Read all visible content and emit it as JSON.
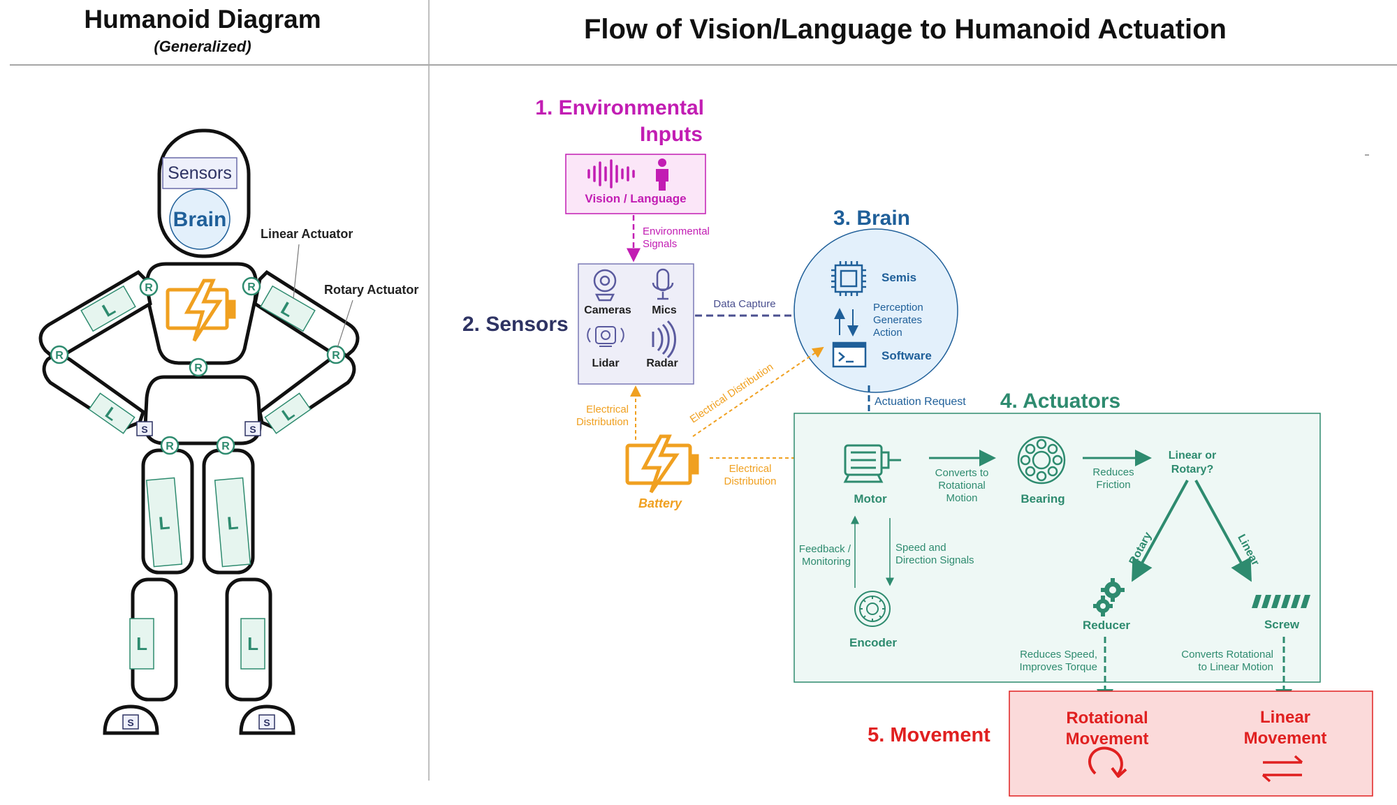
{
  "left_panel": {
    "title": "Humanoid Diagram",
    "subtitle": "(Generalized)",
    "sensors_label": "Sensors",
    "brain_label": "Brain",
    "linear_actuator_label": "Linear Actuator",
    "rotary_actuator_label": "Rotary Actuator",
    "rotary_marker": "R",
    "linear_marker": "L",
    "sensor_marker": "S"
  },
  "right_panel": {
    "title": "Flow of Vision/Language to Humanoid Actuation",
    "env_inputs": {
      "heading_line1": "1. Environmental",
      "heading_line2": "Inputs",
      "box_label": "Vision / Language"
    },
    "env_signals": {
      "line1": "Environmental",
      "line2": "Signals"
    },
    "sensors": {
      "heading": "2. Sensors",
      "cameras": "Cameras",
      "mics": "Mics",
      "lidar": "Lidar",
      "radar": "Radar"
    },
    "data_capture": "Data Capture",
    "brain": {
      "heading": "3. Brain",
      "semis": "Semis",
      "perception_line1": "Perception",
      "perception_line2": "Generates",
      "perception_line3": "Action",
      "software": "Software"
    },
    "battery": "Battery",
    "elec_dist_sensors": {
      "line1": "Electrical",
      "line2": "Distribution"
    },
    "elec_dist_brain": "Electrical Distribution",
    "elec_dist_motor": {
      "line1": "Electrical",
      "line2": "Distribution"
    },
    "actuation_request": "Actuation Request",
    "actuators": {
      "heading": "4. Actuators",
      "motor": "Motor",
      "converts_line1": "Converts to",
      "converts_line2": "Rotational",
      "converts_line3": "Motion",
      "bearing": "Bearing",
      "reduces_friction_line1": "Reduces",
      "reduces_friction_line2": "Friction",
      "linear_or_rotary_line1": "Linear or",
      "linear_or_rotary_line2": "Rotary?",
      "rotary": "Rotary",
      "linear": "Linear",
      "feedback_line1": "Feedback /",
      "feedback_line2": "Monitoring",
      "speed_line1": "Speed and",
      "speed_line2": "Direction Signals",
      "encoder": "Encoder",
      "reducer": "Reducer",
      "screw": "Screw",
      "reduces_speed_line1": "Reduces Speed,",
      "reduces_speed_line2": "Improves Torque",
      "converts_linear_line1": "Converts Rotational",
      "converts_linear_line2": "to Linear Motion"
    },
    "movement": {
      "heading": "5. Movement",
      "rotational_line1": "Rotational",
      "rotational_line2": "Movement",
      "linear_line1": "Linear",
      "linear_line2": "Movement"
    }
  },
  "colors": {
    "magenta": "#c21db3",
    "navy": "#2e3363",
    "brain_blue": "#1f5f99",
    "teal": "#2e8b6f",
    "orange": "#f0a020",
    "red": "#e02020",
    "sensor_purple": "#7a78b5",
    "movement_fill": "#fbdada"
  }
}
